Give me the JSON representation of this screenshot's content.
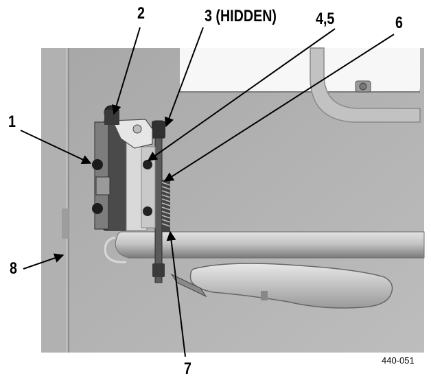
{
  "callouts": [
    {
      "id": "1",
      "label": "1"
    },
    {
      "id": "2",
      "label": "2"
    },
    {
      "id": "3",
      "label": "3 (HIDDEN)"
    },
    {
      "id": "4",
      "label": "4,5"
    },
    {
      "id": "6",
      "label": "6"
    },
    {
      "id": "7",
      "label": "7"
    },
    {
      "id": "8",
      "label": "8"
    }
  ],
  "figure_reference": "440-051"
}
